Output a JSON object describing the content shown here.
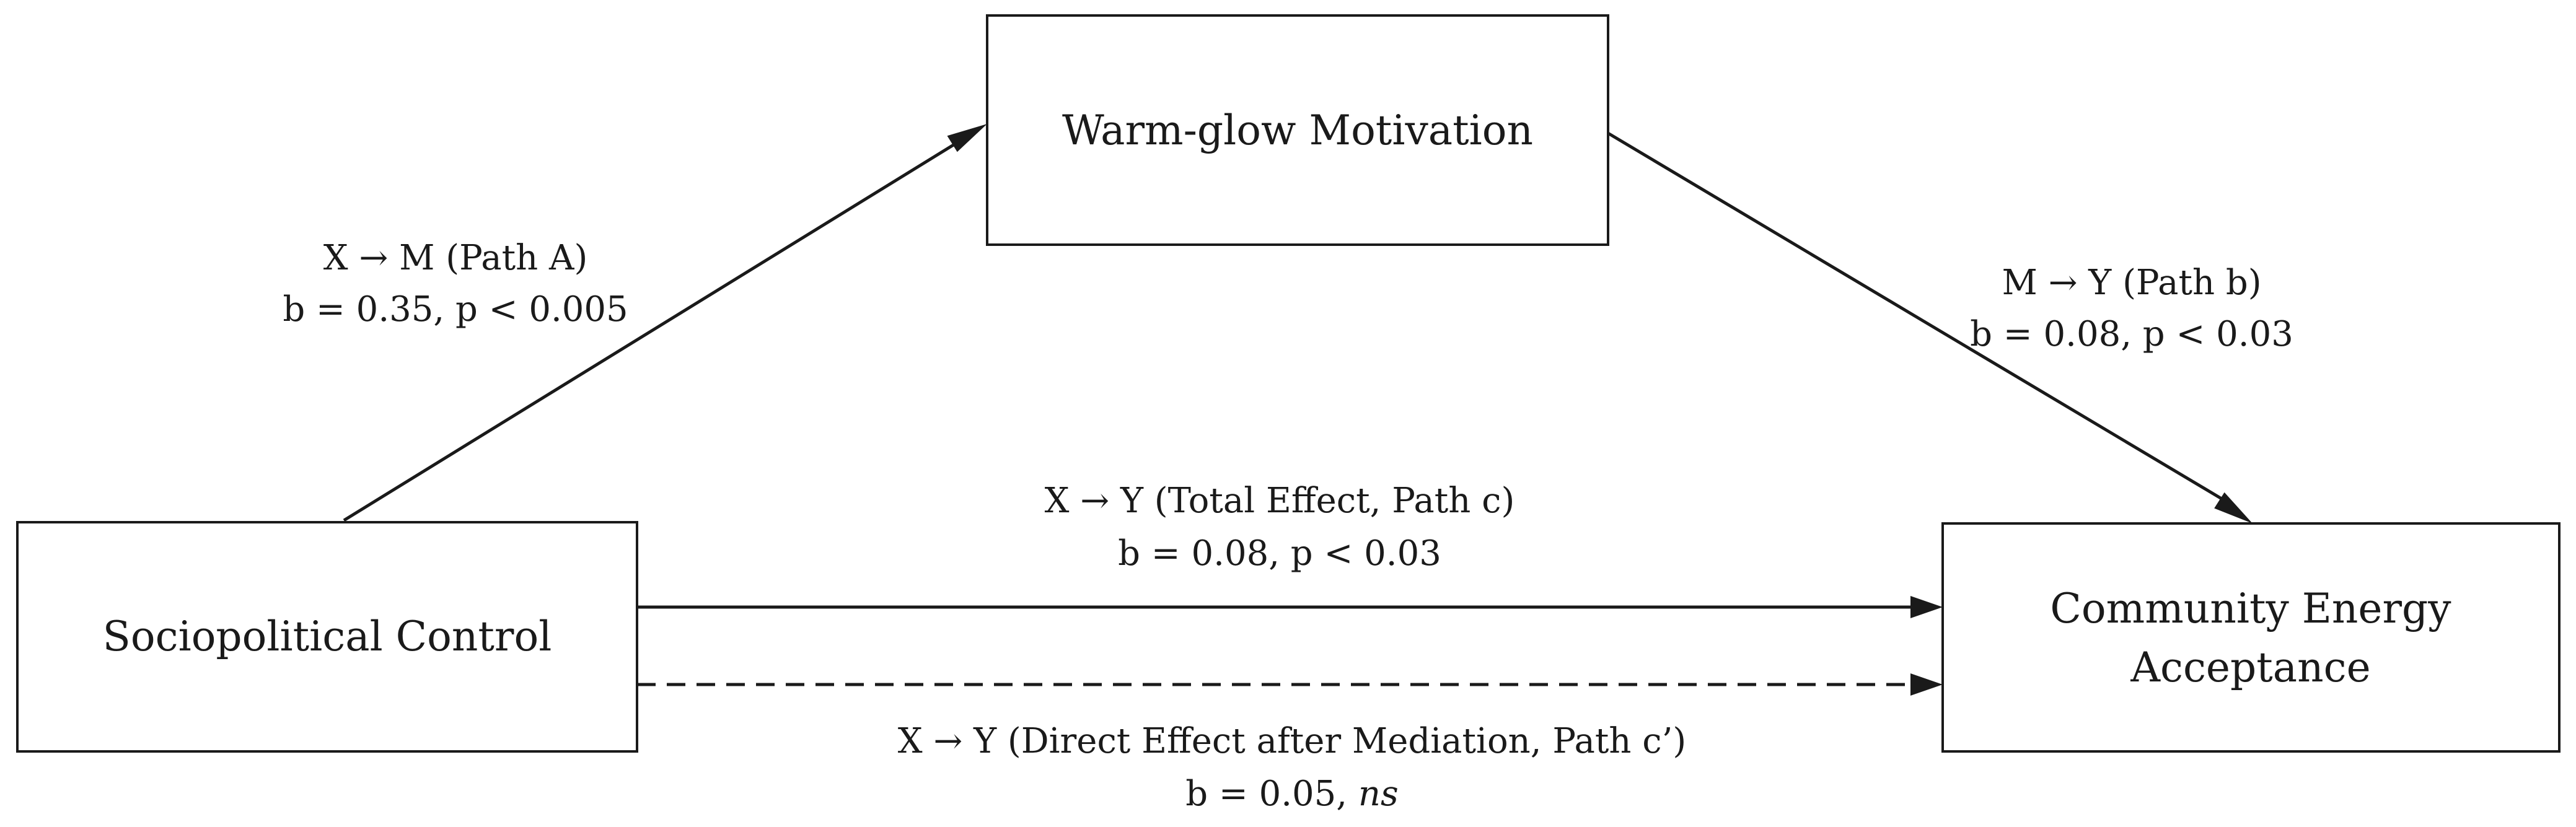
{
  "nodes": {
    "mediator": {
      "label": "Warm-glow Motivation"
    },
    "predictor": {
      "label": "Sociopolitical Control"
    },
    "outcome": {
      "line1": "Community Energy",
      "line2": "Acceptance"
    }
  },
  "edges": {
    "path_a": {
      "title": "X → M (Path A)",
      "stats": "b = 0.35, p < 0.005"
    },
    "path_b": {
      "title": "M → Y (Path b)",
      "stats": "b = 0.08, p < 0.03"
    },
    "path_c": {
      "title": "X → Y (Total Effect, Path c)",
      "stats": "b = 0.08, p < 0.03"
    },
    "path_c_prime": {
      "title": "X → Y (Direct Effect after Mediation, Path c’)",
      "stats_prefix": "b = 0.05, ",
      "stats_italic": "ns"
    }
  }
}
